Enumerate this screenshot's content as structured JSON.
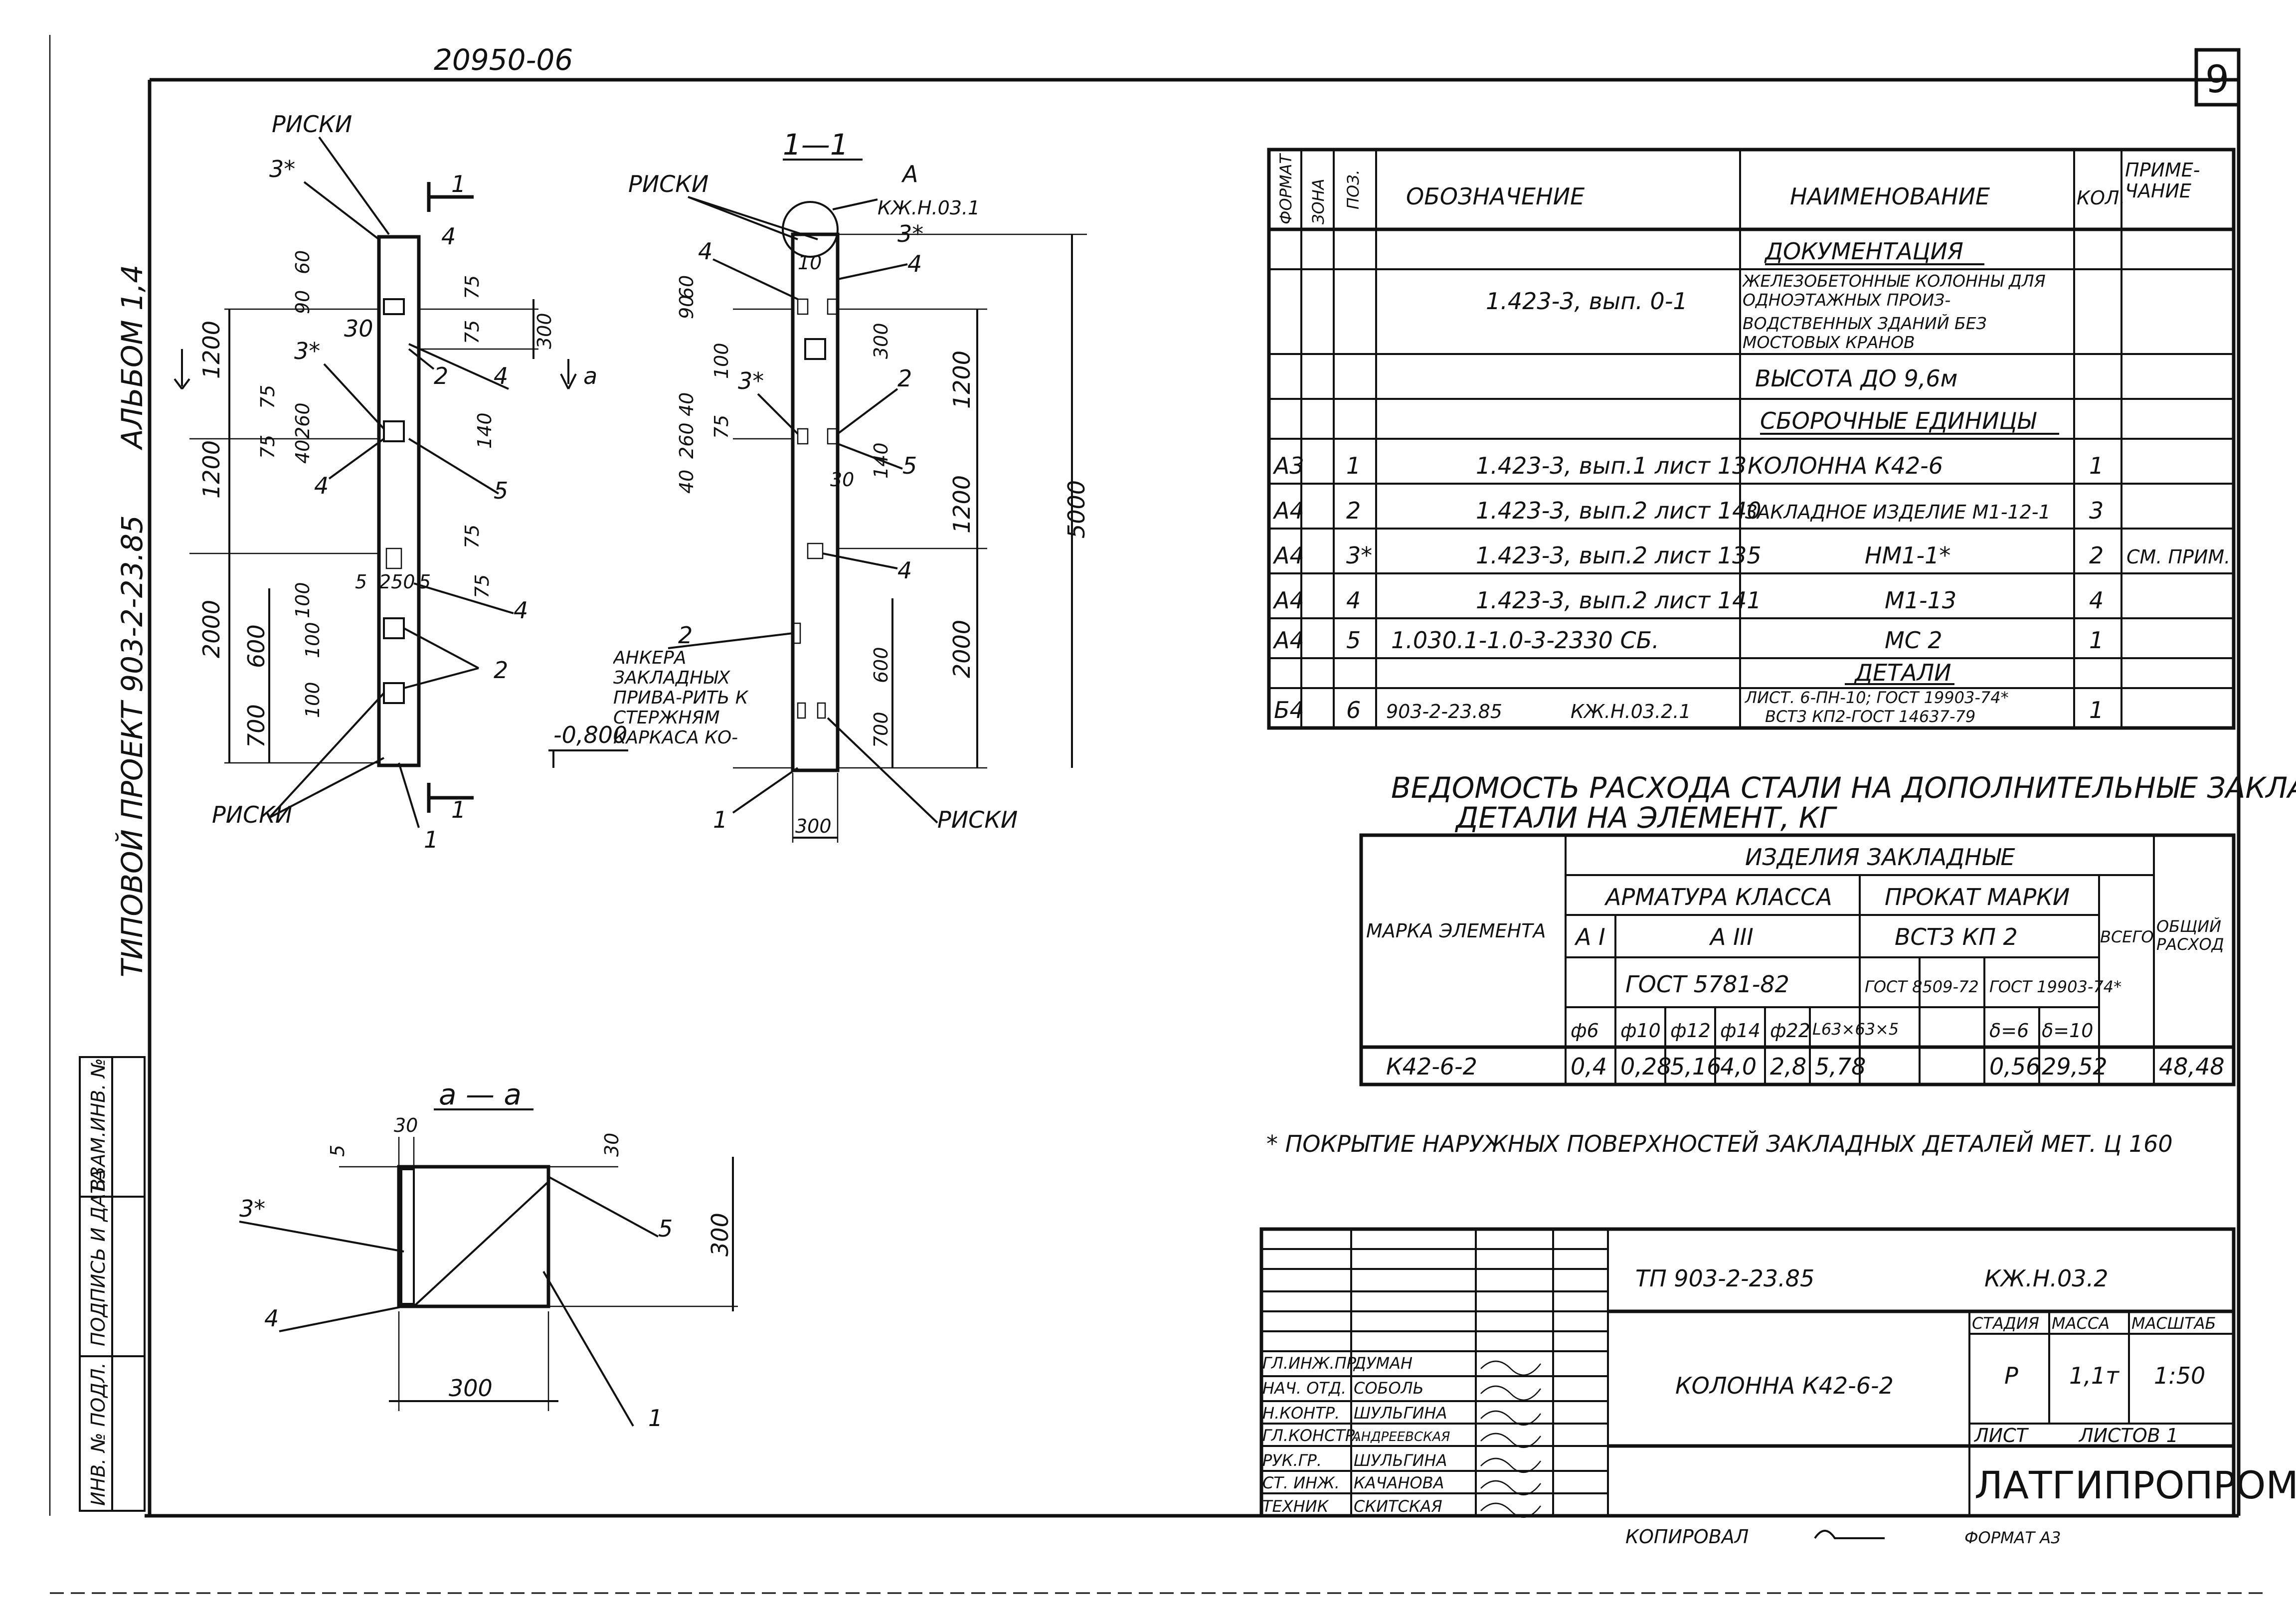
{
  "header": {
    "doc_number": "20950-06",
    "sheet_number": "9",
    "album": "АЛЬБОМ 1,4",
    "project": "ТИПОВОЙ ПРОЕКТ 903-2-23.85"
  },
  "views": {
    "front": {
      "riskn_top": "РИСКИ",
      "riskn_bottom": "РИСКИ",
      "section_mark": "1",
      "mark_3star": "3*",
      "dims": [
        "60",
        "90",
        "30",
        "75",
        "75",
        "300",
        "1200",
        "75",
        "75",
        "260",
        "40",
        "140",
        "75",
        "1200",
        "75",
        "5",
        "250",
        "5",
        "100",
        "2000",
        "600",
        "100",
        "700",
        "700",
        "100",
        "4"
      ],
      "labels": [
        "4",
        "2",
        "4",
        "3*",
        "4",
        "5",
        "4",
        "2",
        "1",
        "2"
      ],
      "elev": "-0,800",
      "view_a": "а"
    },
    "section11": {
      "title": "1—1",
      "riskn_top": "РИСКИ",
      "callout_A": "А",
      "callout_ref": "КЖ.Н.03.1",
      "riskn_bottom": "РИСКИ",
      "note": "АНКЕРА ЗАКЛАДНЫХ ПРИВА-РИТЬ К СТЕРЖНЯМ КАРКАСА КО-ЛОННЫ.",
      "dims": [
        "10",
        "60",
        "90",
        "100",
        "40",
        "260",
        "40",
        "75",
        "30",
        "300",
        "140",
        "1200",
        "1200",
        "5000",
        "600",
        "2000",
        "700",
        "300"
      ],
      "labels": [
        "3*",
        "4",
        "4",
        "3*",
        "2",
        "5",
        "4",
        "2",
        "1"
      ]
    },
    "section_aa": {
      "title": "а — а",
      "dims": [
        "30",
        "5",
        "30",
        "300",
        "300"
      ],
      "labels": [
        "3*",
        "5",
        "4",
        "1"
      ]
    }
  },
  "spec_table": {
    "headers": [
      "ФОРМАТ",
      "ЗОНА",
      "ПОЗ.",
      "ОБОЗНАЧЕНИЕ",
      "НАИМЕНОВАНИЕ",
      "КОЛ.",
      "ПРИМЕ-ЧАНИЕ"
    ],
    "section_doc": "ДОКУМЕНТАЦИЯ",
    "doc_code": "1.423-3, вып. 0-1",
    "doc_name_lines": [
      "ЖЕЛЕЗОБЕТОННЫЕ КОЛОННЫ ДЛЯ ОДНОЭТАЖНЫХ ПРОИЗ-",
      "ВОДСТВЕННЫХ ЗДАНИЙ БЕЗ МОСТОВЫХ КРАНОВ",
      "ВЫСОТА ДО 9,6м"
    ],
    "section_assembly": "СБОРОЧНЫЕ ЕДИНИЦЫ",
    "rows": [
      {
        "fmt": "А3",
        "pos": "1",
        "code": "1.423-3, вып.1 лист 13",
        "name": "КОЛОННА К42-6",
        "qty": "1",
        "note": ""
      },
      {
        "fmt": "А4",
        "pos": "2",
        "code": "1.423-3, вып.2 лист 140",
        "name": "ЗАКЛАДНОЕ ИЗДЕЛИЕ М1-12-1",
        "qty": "3",
        "note": ""
      },
      {
        "fmt": "А4",
        "pos": "3*",
        "code": "1.423-3, вып.2 лист 135",
        "name": "НМ1-1*",
        "qty": "2",
        "note": "СМ. ПРИМ."
      },
      {
        "fmt": "А4",
        "pos": "4",
        "code": "1.423-3, вып.2 лист 141",
        "name": "М1-13",
        "qty": "4",
        "note": ""
      },
      {
        "fmt": "А4",
        "pos": "5",
        "code": "1.030.1-1.0-3-2330 СБ.",
        "name": "МС 2",
        "qty": "1",
        "note": ""
      }
    ],
    "section_details": "ДЕТАЛИ",
    "detail_row": {
      "fmt": "Б4",
      "pos": "6",
      "code": "903-2-23.85",
      "code2": "КЖ.Н.03.2.1",
      "name_top": "ЛИСТ. 6-ПН-10; ГОСТ 19903-74*",
      "name_bot": "ВСТ3 КП2-ГОСТ 14637-79",
      "qty": "1"
    }
  },
  "steel_table": {
    "title_line1": "ВЕДОМОСТЬ РАСХОДА СТАЛИ НА ДОПОЛНИТЕЛЬНЫЕ ЗАКЛАДНЫЕ",
    "title_line2": "ДЕТАЛИ НА ЭЛЕМЕНТ, КГ",
    "h_items": "ИЗДЕЛИЯ ЗАКЛАДНЫЕ",
    "h_rebar": "АРМАТУРА КЛАССА",
    "h_rolled": "ПРОКАТ МАРКИ",
    "h_mark": "МАРКА ЭЛЕМЕНТА",
    "h_AI": "А I",
    "h_AIII": "А III",
    "h_vst": "ВСТ3 КП 2",
    "h_total": "ВСЕГО",
    "h_general": "ОБЩИЙ РАСХОД",
    "h_gost5781": "ГОСТ 5781-82",
    "h_gost8509": "ГОСТ 8509-72",
    "h_gost19903": "ГОСТ 19903-74*",
    "sizes": [
      "ф6",
      "ф10",
      "ф12",
      "ф14",
      "ф22",
      "L63×63×5",
      "",
      "δ=6",
      "δ=10",
      "",
      ""
    ],
    "row": {
      "mark": "К42-6-2",
      "values": [
        "0,4",
        "0,28",
        "5,16",
        "4,0",
        "2,8",
        "5,78",
        "",
        "0,56",
        "29,52",
        "",
        "48,48"
      ]
    }
  },
  "footnote": "* ПОКРЫТИЕ НАРУЖНЫХ ПОВЕРХНОСТЕЙ ЗАКЛАДНЫХ ДЕТАЛЕЙ МЕТ. Ц 160",
  "title_block": {
    "project_code": "ТП 903-2-23.85",
    "drawing_code": "КЖ.Н.03.2",
    "title": "КОЛОННА К42-6-2",
    "h_stage": "СТАДИЯ",
    "h_mass": "МАССА",
    "h_scale": "МАСШТАБ",
    "stage": "Р",
    "mass": "1,1т",
    "scale": "1:50",
    "sheet": "ЛИСТ",
    "sheets": "ЛИСТОВ 1",
    "org": "ЛАТГИПРОПРОМ",
    "roles": [
      "ГЛ.ИНЖ.ПР.",
      "НАЧ. ОТД.",
      "Н.КОНТР.",
      "ГЛ.КОНСТР.",
      "РУК.ГР.",
      "СТ. ИНЖ.",
      "ТЕХНИК"
    ],
    "names": [
      "ДУМАН",
      "СОБОЛЬ",
      "ШУЛЬГИНА",
      "АНДРЕЕВСКАЯ",
      "ШУЛЬГИНА",
      "КАЧАНОВА",
      "СКИТСКАЯ"
    ],
    "copied": "КОПИРОВАЛ",
    "format": "ФОРМАТ А3"
  },
  "side_stamps": [
    "ИНВ. № ПОДЛ.",
    "ПОДПИСЬ И ДАТА",
    "ВЗАМ.ИНВ. №"
  ]
}
